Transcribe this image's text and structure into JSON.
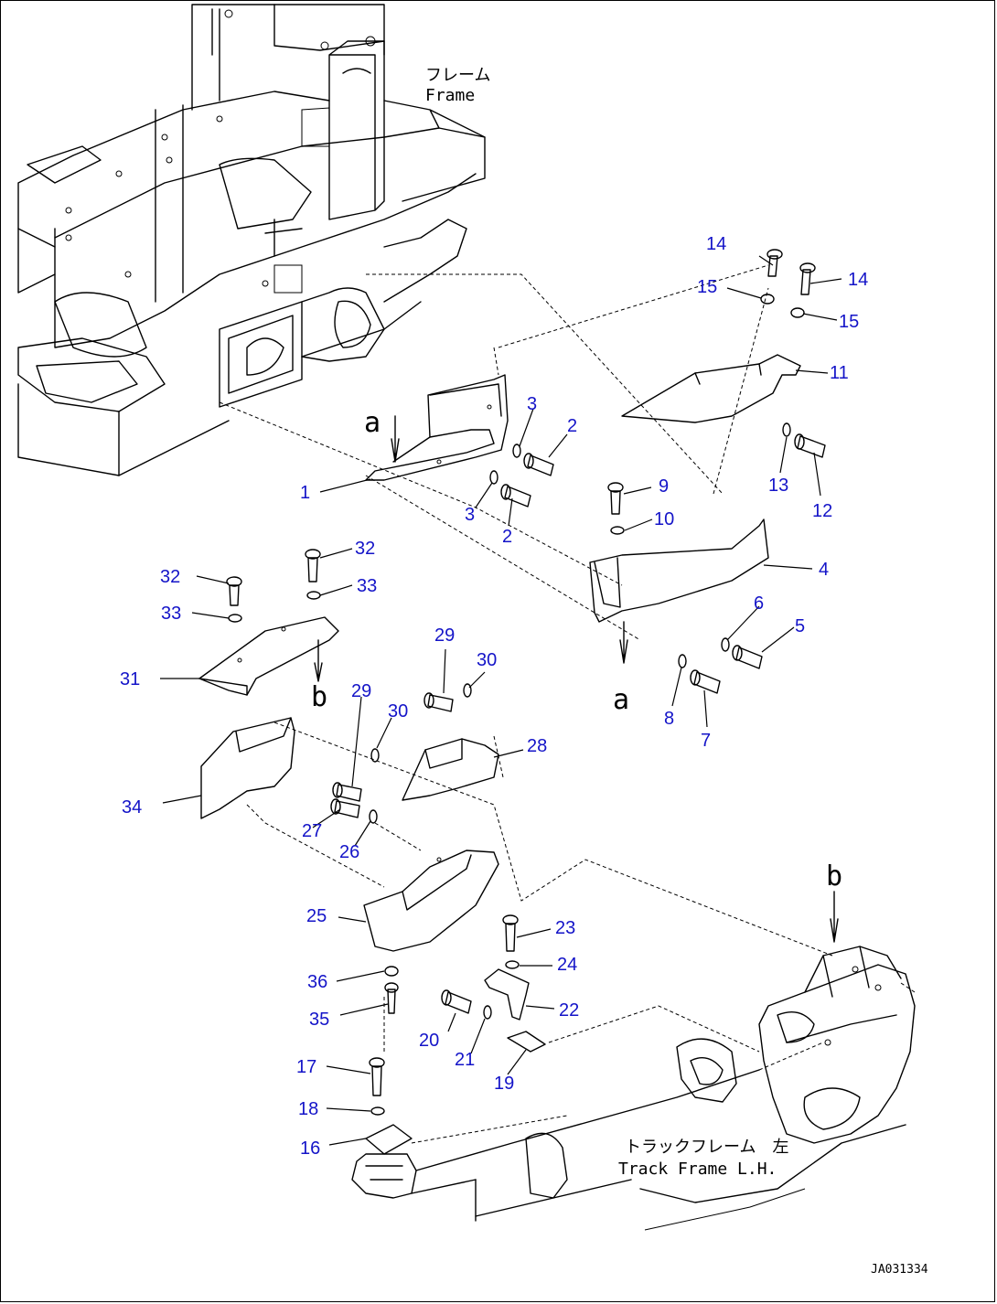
{
  "labels": {
    "frame_jp": "フレーム",
    "frame_en": "Frame",
    "track_jp": "トラックフレーム　左",
    "track_en": "Track Frame L.H.",
    "drawing_code": "JA031334",
    "ref_a": "a",
    "ref_b": "b"
  },
  "callouts": {
    "c1": "1",
    "c2a": "2",
    "c2b": "2",
    "c3a": "3",
    "c3b": "3",
    "c4": "4",
    "c5": "5",
    "c6": "6",
    "c7": "7",
    "c8": "8",
    "c9": "9",
    "c10": "10",
    "c11": "11",
    "c12": "12",
    "c13": "13",
    "c14a": "14",
    "c14b": "14",
    "c15a": "15",
    "c15b": "15",
    "c16": "16",
    "c17": "17",
    "c18": "18",
    "c19": "19",
    "c20": "20",
    "c21": "21",
    "c22": "22",
    "c23": "23",
    "c24": "24",
    "c25": "25",
    "c26": "26",
    "c27": "27",
    "c28": "28",
    "c29a": "29",
    "c29b": "29",
    "c30a": "30",
    "c30b": "30",
    "c31": "31",
    "c32a": "32",
    "c32b": "32",
    "c33a": "33",
    "c33b": "33",
    "c34": "34",
    "c35": "35",
    "c36": "36"
  },
  "colors": {
    "callout": "#1414c8",
    "line": "#000000"
  }
}
